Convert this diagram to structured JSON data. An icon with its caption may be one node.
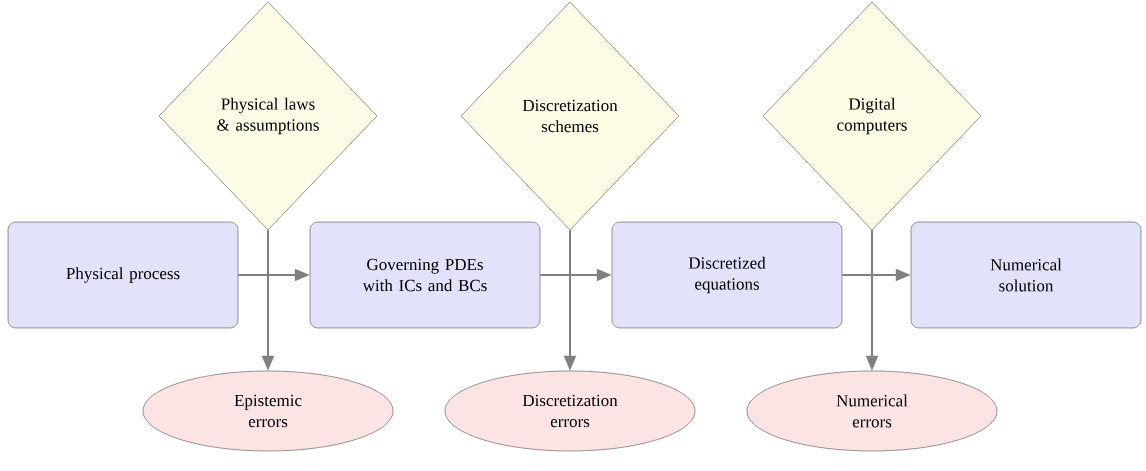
{
  "diagram": {
    "nodes": [
      {
        "text": [
          "Physical laws & assumptions"
        ]
      },
      {
        "text": [
          "Discretization schemes"
        ]
      },
      {
        "text": [
          "Digital computers"
        ]
      },
      {
        "text": [
          "Physical process"
        ]
      },
      {
        "text": [
          "Governing PDEs with ICs and BCs"
        ]
      },
      {
        "text": [
          "Discretized equations"
        ]
      },
      {
        "text": [
          "Numerical solution"
        ]
      },
      {
        "text": [
          "Epistemic errors"
        ]
      },
      {
        "text": [
          "Discretization errors"
        ]
      },
      {
        "text": [
          "Numerical errors"
        ]
      }
    ],
    "edges": [
      {
        "from": 3,
        "to": 4,
        "arrow": "to"
      },
      {
        "from": 4,
        "to": 5,
        "arrow": "to"
      },
      {
        "from": 5,
        "to": 6,
        "arrow": "to"
      },
      {
        "from": 0,
        "to": 7,
        "arrow": "to"
      },
      {
        "from": 1,
        "to": 8,
        "arrow": "to"
      },
      {
        "from": 2,
        "to": 9,
        "arrow": "to"
      }
    ]
  }
}
